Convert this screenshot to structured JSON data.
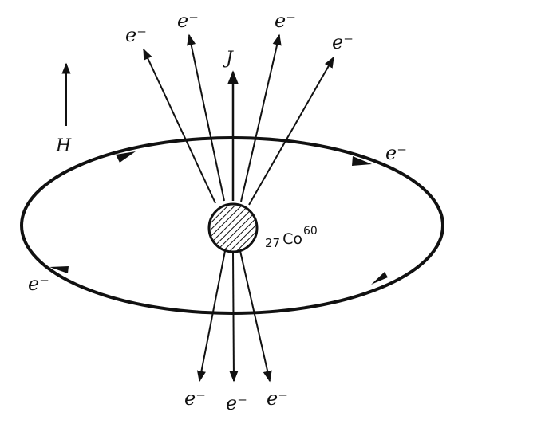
{
  "diagram": {
    "field_label": "H",
    "spin_label": "J",
    "nucleus": {
      "atomic_number": "27",
      "symbol": "Co",
      "mass_number": "60"
    },
    "electron_label": "e⁻",
    "colors": {
      "ink": "#111111",
      "background": "#ffffff"
    }
  }
}
